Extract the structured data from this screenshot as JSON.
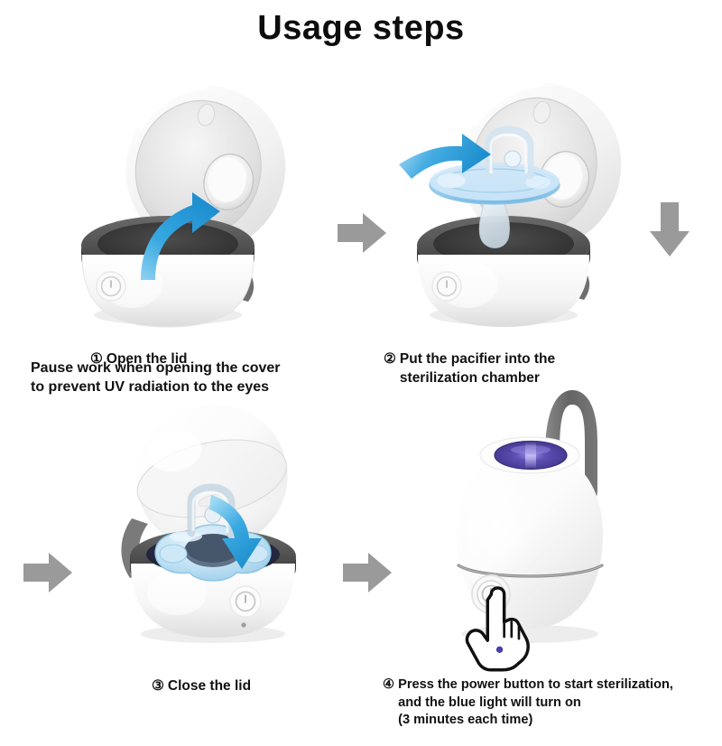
{
  "header": {
    "title": "Usage steps"
  },
  "colors": {
    "accent_blue": "#2b9fdb",
    "accent_blue_dark": "#1b7fc0",
    "uv_purple": "#4b3f9e",
    "uv_purple_light": "#8d84d8",
    "gray_arrow": "#9a9a9a",
    "device_white": "#ffffff",
    "device_gray": "#4a4a4a",
    "text": "#111111"
  },
  "steps": [
    {
      "number": "①",
      "label": "Open the lid",
      "note": "Pause work when opening the cover\nto prevent UV radiation to the eyes",
      "art": "sterilizer-open-lid-empty",
      "arrow": "blue-curved-up-arrow"
    },
    {
      "number": "②",
      "label": "Put the pacifier into the\nsterilization chamber",
      "note": "",
      "art": "sterilizer-with-pacifier",
      "arrow": "blue-right-arrow"
    },
    {
      "number": "③",
      "label": "Close the lid",
      "note": "",
      "art": "sterilizer-closing-lid",
      "arrow": "blue-down-arrow"
    },
    {
      "number": "④",
      "label": "Press the power button to start sterilization,\nand the blue light will turn on\n(3 minutes each time)",
      "note": "",
      "art": "sterilizer-closed-uv-on",
      "arrow": "hand-cursor"
    }
  ],
  "connectors": [
    {
      "name": "arrow-step1-to-step2",
      "direction": "right"
    },
    {
      "name": "arrow-step2-to-step3",
      "direction": "down"
    },
    {
      "name": "arrow-wrap-to-step3",
      "direction": "right"
    },
    {
      "name": "arrow-step3-to-step4",
      "direction": "right"
    }
  ]
}
